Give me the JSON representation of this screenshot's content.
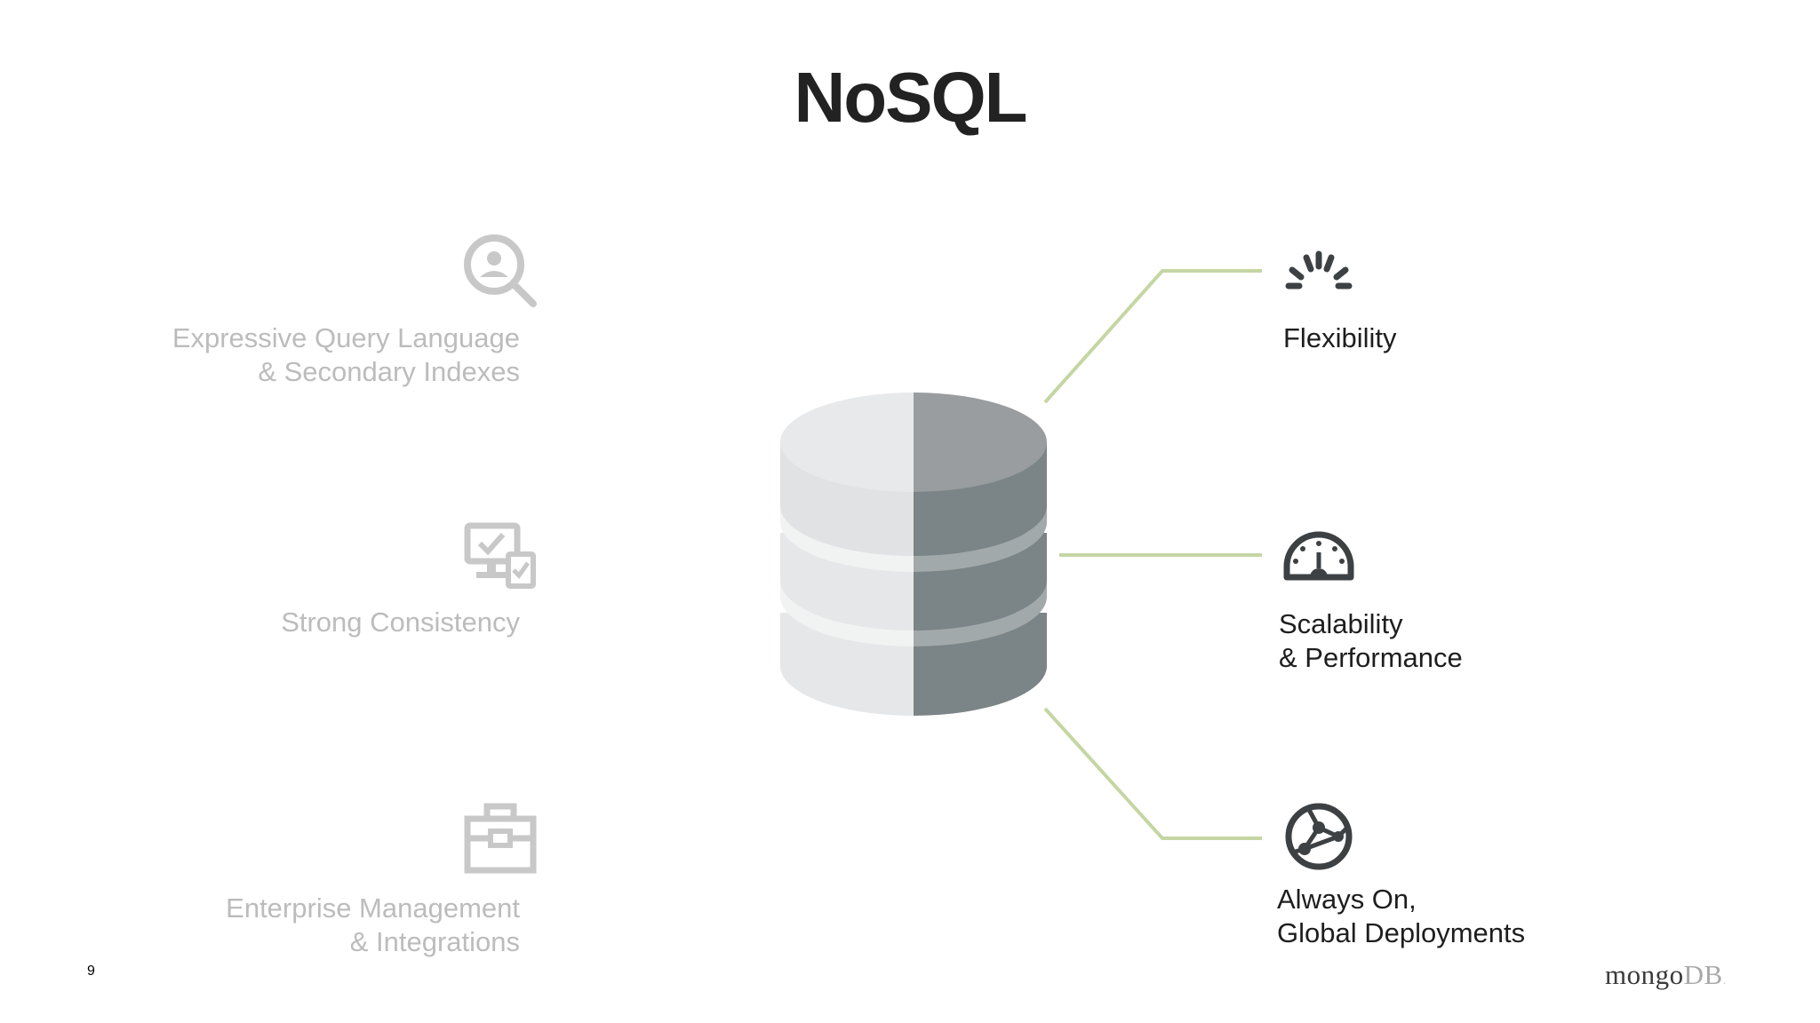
{
  "slide": {
    "title": "NoSQL",
    "page_number": "9",
    "logo": {
      "mongo": "mongo",
      "db": "DB",
      "dot": "."
    },
    "left_features": [
      {
        "label": "Expressive Query Language\n& Secondary Indexes",
        "icon": "search-user-icon"
      },
      {
        "label": "Strong Consistency",
        "icon": "monitor-check-icon"
      },
      {
        "label": "Enterprise Management\n& Integrations",
        "icon": "toolbox-icon"
      }
    ],
    "right_features": [
      {
        "label": "Flexibility",
        "icon": "burst-icon"
      },
      {
        "label": "Scalability\n& Performance",
        "icon": "gauge-icon"
      },
      {
        "label": "Always On,\nGlobal Deployments",
        "icon": "globe-network-icon"
      }
    ],
    "colors": {
      "title": "#222222",
      "faded_text": "#bcbcbc",
      "dark_text": "#1e1e1e",
      "connector": "#c5d6a4",
      "icon_dark": "#3d4144",
      "icon_faded": "#c8c8c8"
    }
  }
}
